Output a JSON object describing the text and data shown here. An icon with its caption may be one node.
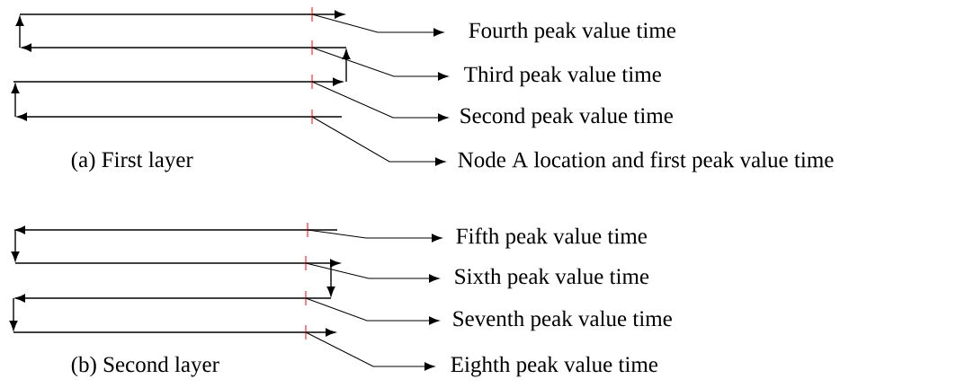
{
  "diagram": {
    "nodes": [
      {
        "text": [
          "Fourth peak value time"
        ]
      },
      {
        "text": [
          "Third peak value time"
        ]
      },
      {
        "text": [
          "Second peak value time"
        ]
      },
      {
        "text": [
          "Node A location and first peak value time"
        ]
      },
      {
        "text": [
          "Fifth peak value time"
        ]
      },
      {
        "text": [
          "Sixth peak value time"
        ]
      },
      {
        "text": [
          "Seventh peak value time"
        ]
      },
      {
        "text": [
          "Eighth peak value time"
        ]
      }
    ],
    "edges": [
      {
        "from": null,
        "to": 0,
        "arrow": "to"
      },
      {
        "from": null,
        "to": 1,
        "arrow": "to"
      },
      {
        "from": null,
        "to": 2,
        "arrow": "to"
      },
      {
        "from": null,
        "to": 3,
        "arrow": "to"
      },
      {
        "from": null,
        "to": 4,
        "arrow": "to"
      },
      {
        "from": null,
        "to": 5,
        "arrow": "to"
      },
      {
        "from": null,
        "to": 6,
        "arrow": "to"
      },
      {
        "from": null,
        "to": 7,
        "arrow": "to"
      }
    ],
    "labels": [
      "(a) First layer",
      "(b) Second layer"
    ]
  }
}
